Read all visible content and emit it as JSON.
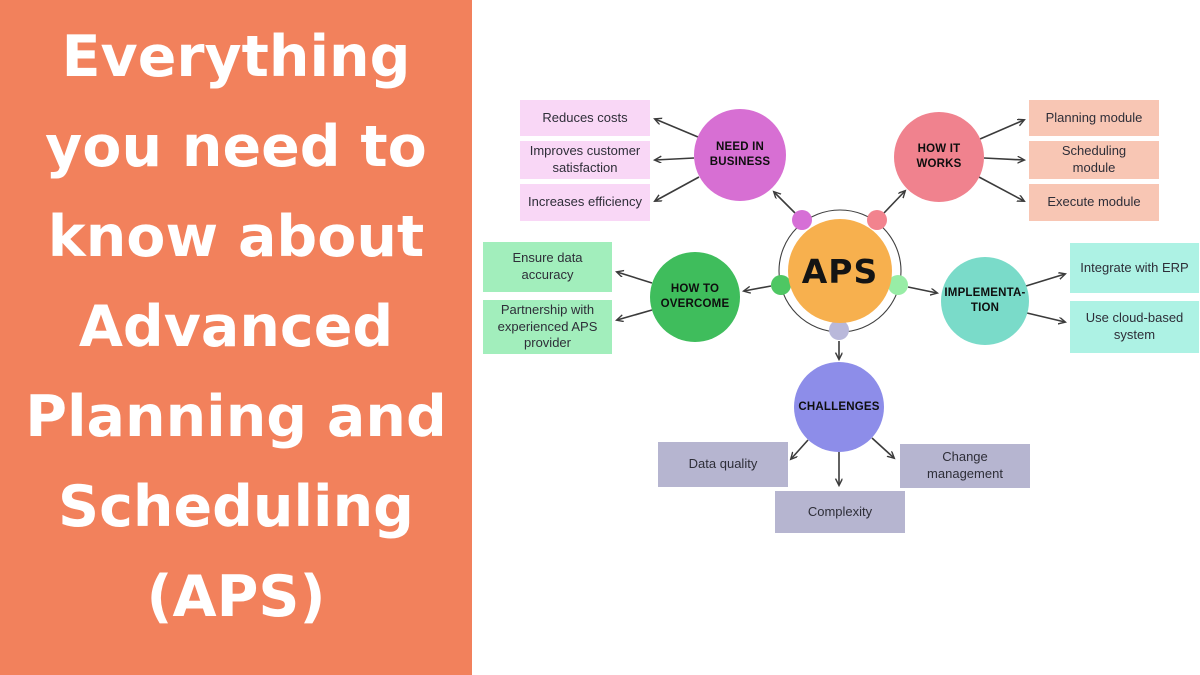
{
  "title": {
    "lines": [
      "Everything",
      "you need to",
      "know about",
      "Advanced",
      "Planning and",
      "Scheduling",
      "(APS)"
    ],
    "full_text": "Everything you need to know about Advanced Planning and Scheduling (APS)"
  },
  "diagram": {
    "hub": {
      "label": "APS",
      "color": "#F7B04E",
      "ring_color": "#3F3F3F"
    },
    "panel_color": "#F2815C",
    "connector_color": "#3B3B3B",
    "branches": [
      {
        "id": "need-in-business",
        "label": "NEED IN\nBUSINESS",
        "circle_color": "#D76FD3",
        "dot_color": "#D66FD6",
        "leaf_color": "#F9D7F6",
        "leaves": [
          "Reduces costs",
          "Improves customer satisfaction",
          "Increases efficiency"
        ]
      },
      {
        "id": "how-it-works",
        "label": "HOW IT\nWORKS",
        "circle_color": "#F0828E",
        "dot_color": "#F2838E",
        "leaf_color": "#F8C6B4",
        "leaves": [
          "Planning module",
          "Scheduling module",
          "Execute module"
        ]
      },
      {
        "id": "how-to-overcome",
        "label": "HOW TO\nOVERCOME",
        "circle_color": "#3FBD5C",
        "dot_color": "#4EC763",
        "leaf_color": "#A2EEBC",
        "leaves": [
          "Ensure data accuracy",
          "Partnership with experienced APS provider"
        ]
      },
      {
        "id": "implementation",
        "label": "IMPLEMENTA-\nTION",
        "circle_color": "#7ADBC9",
        "dot_color": "#98EDA6",
        "leaf_color": "#ADF2E4",
        "leaves": [
          "Integrate with ERP",
          "Use cloud-based system"
        ]
      },
      {
        "id": "challenges",
        "label": "CHALLENGES",
        "circle_color": "#8D8DE9",
        "dot_color": "#B9B8DA",
        "leaf_color": "#B6B5D0",
        "leaves": [
          "Data quality",
          "Complexity",
          "Change management"
        ]
      }
    ]
  }
}
